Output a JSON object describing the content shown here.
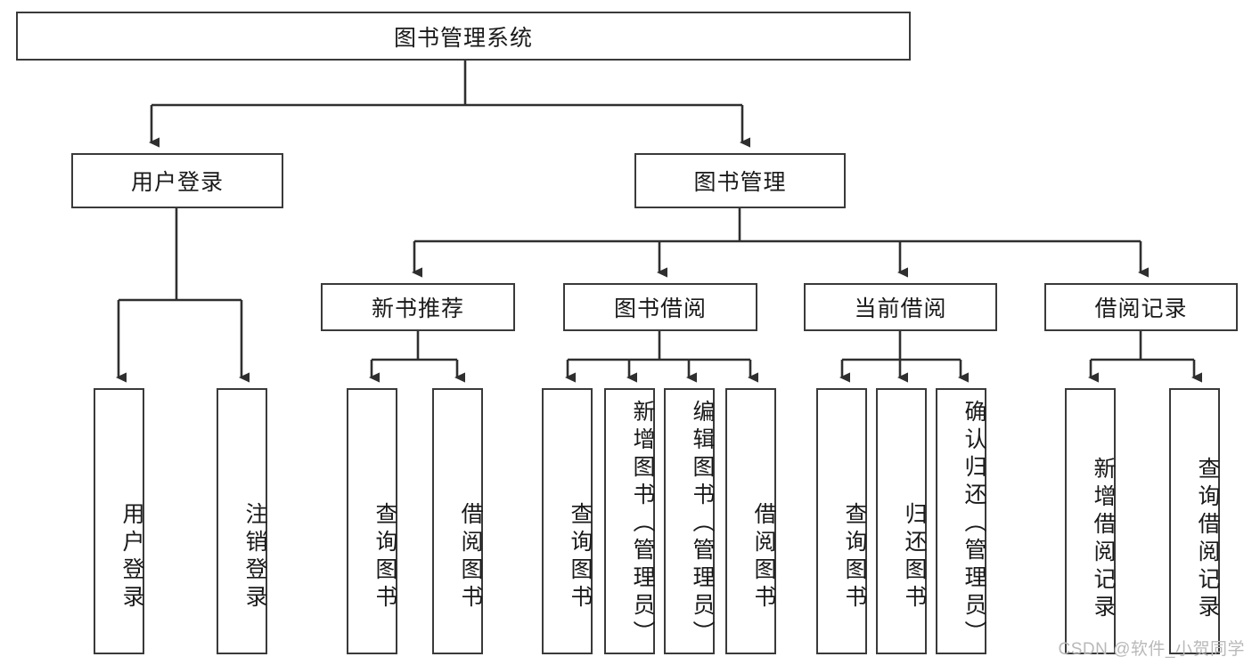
{
  "diagram": {
    "title": "图书管理系统",
    "type": "tree",
    "watermark": "CSDN @软件_小贺同学",
    "colors": {
      "box_border": "#3a3a3a",
      "box_fill": "#ffffff",
      "edge": "#2f2f2f",
      "text": "#1a1a1a",
      "watermark": "#b9b9b9"
    },
    "nodes": {
      "root": {
        "label": "图书管理系统"
      },
      "level2": [
        {
          "id": "user_login",
          "label": "用户登录"
        },
        {
          "id": "book_manage",
          "label": "图书管理"
        }
      ],
      "level3": [
        {
          "id": "new_book_rec",
          "label": "新书推荐"
        },
        {
          "id": "book_borrow",
          "label": "图书借阅"
        },
        {
          "id": "current_borrow",
          "label": "当前借阅"
        },
        {
          "id": "borrow_record",
          "label": "借阅记录"
        }
      ],
      "leaves": {
        "user_login": [
          {
            "id": "leaf_user_login",
            "label": "用户登录"
          },
          {
            "id": "leaf_user_logout",
            "label": "注销登录"
          }
        ],
        "new_book_rec": [
          {
            "id": "leaf_query_book_1",
            "label": "查询图书"
          },
          {
            "id": "leaf_borrow_book_1",
            "label": "借阅图书"
          }
        ],
        "book_borrow": [
          {
            "id": "leaf_query_book_2",
            "label": "查询图书"
          },
          {
            "id": "leaf_add_book",
            "label": "新增图书（管理员）"
          },
          {
            "id": "leaf_edit_book",
            "label": "编辑图书（管理员）"
          },
          {
            "id": "leaf_borrow_book_2",
            "label": "借阅图书"
          }
        ],
        "current_borrow": [
          {
            "id": "leaf_query_book_3",
            "label": "查询图书"
          },
          {
            "id": "leaf_return_book",
            "label": "归还图书"
          },
          {
            "id": "leaf_confirm_return",
            "label": "确认归还（管理员）"
          }
        ],
        "borrow_record": [
          {
            "id": "leaf_add_record",
            "label": "新增借阅记录"
          },
          {
            "id": "leaf_query_record",
            "label": "查询借阅记录"
          }
        ]
      }
    }
  }
}
